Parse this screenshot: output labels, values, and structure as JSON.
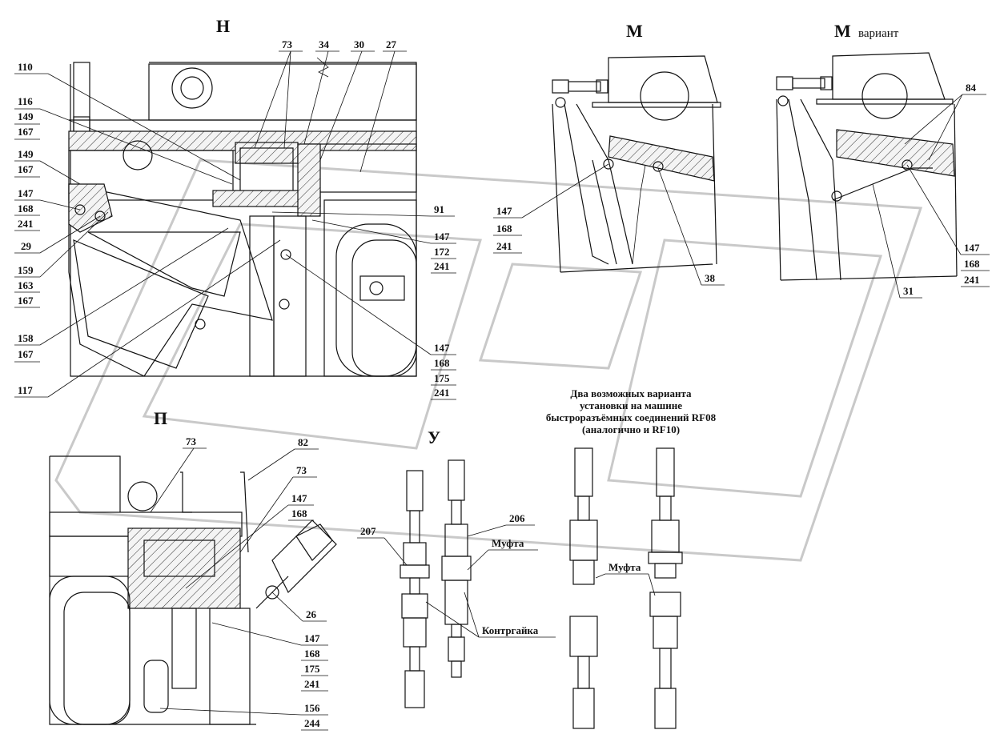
{
  "views": {
    "H": "Н",
    "M": "М",
    "M_variant": "М",
    "M_variant_sub": "вариант",
    "P": "П",
    "U": "У"
  },
  "note": {
    "line1": "Два возможных варианта",
    "line2": "установки на машине",
    "line3": "быстроразъёмных соединений RF08",
    "line4": "(аналогично и RF10)"
  },
  "labels": {
    "mufta": "Муфта",
    "kontrgaika": "Контргайка"
  },
  "callouts_h": {
    "c110": "110",
    "c116": "116",
    "c149a": "149",
    "c167a": "167",
    "c149b": "149",
    "c167b": "167",
    "c147a": "147",
    "c168a": "168",
    "c241a": "241",
    "c29": "29",
    "c159": "159",
    "c163": "163",
    "c167c": "167",
    "c158": "158",
    "c167d": "167",
    "c117": "117",
    "c73": "73",
    "c34": "34",
    "c30": "30",
    "c27": "27",
    "c91": "91",
    "c147b": "147",
    "c172": "172",
    "c241b": "241",
    "c147c": "147",
    "c168c": "168",
    "c175": "175",
    "c241c": "241"
  },
  "callouts_m": {
    "c147": "147",
    "c168": "168",
    "c241": "241",
    "c38": "38"
  },
  "callouts_mv": {
    "c84": "84",
    "c147": "147",
    "c168": "168",
    "c241": "241",
    "c31": "31"
  },
  "callouts_p": {
    "c73a": "73",
    "c82": "82",
    "c73b": "73",
    "c147a": "147",
    "c168a": "168",
    "c26": "26",
    "c147b": "147",
    "c168b": "168",
    "c175": "175",
    "c241": "241",
    "c156": "156",
    "c244": "244"
  },
  "callouts_u": {
    "c207": "207",
    "c206": "206"
  }
}
